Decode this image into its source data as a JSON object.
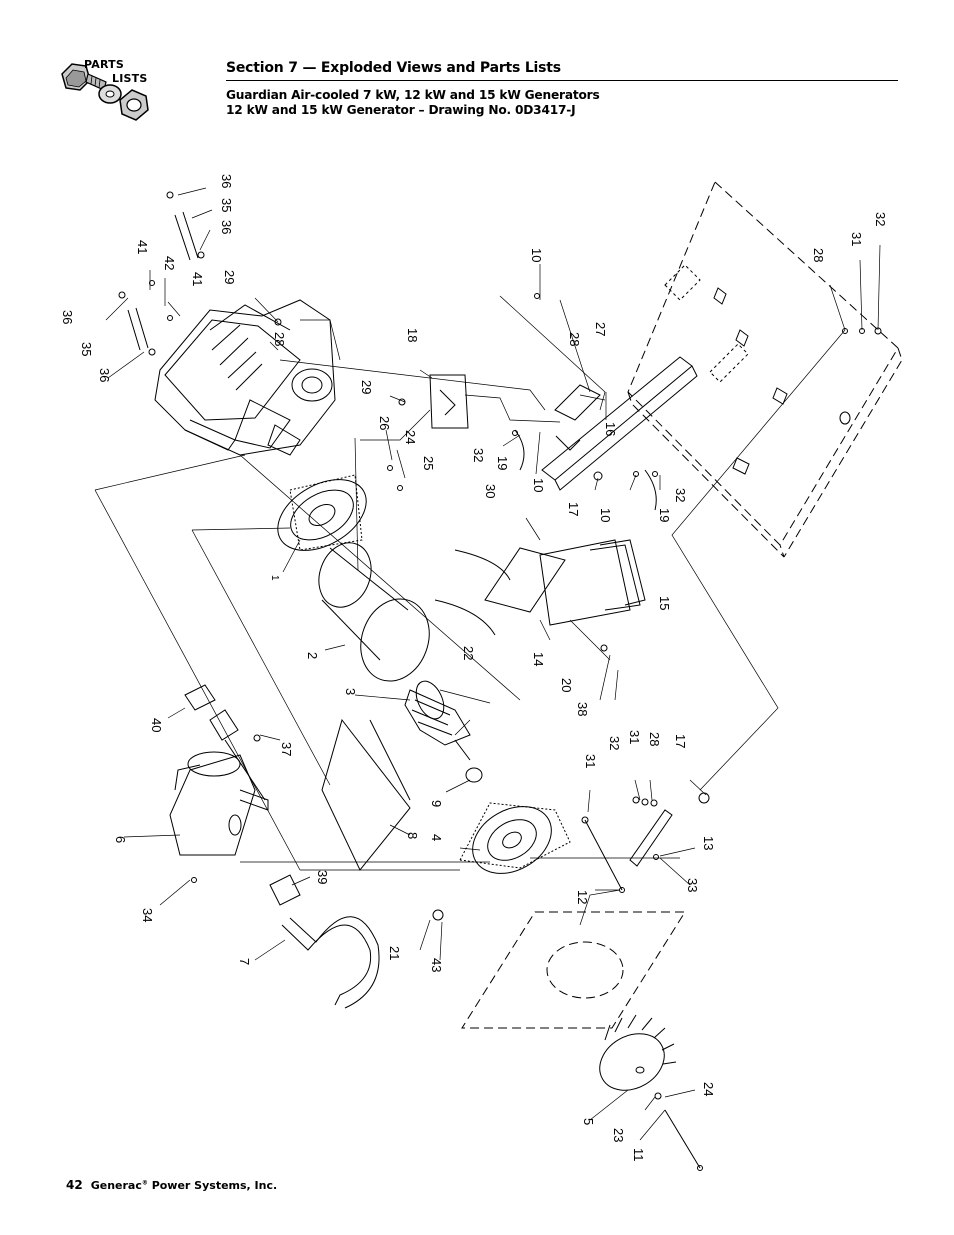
{
  "logo": {
    "line1": "PARTS",
    "line2": "LISTS"
  },
  "header": {
    "section_title": "Section 7 — Exploded Views and Parts Lists",
    "subtitle1": "Guardian Air-cooled 7 kW, 12 kW and 15 kW Generators",
    "subtitle2": "12 kW and 15 kW Generator – Drawing No. 0D3417-J"
  },
  "callouts": {
    "c1": "1",
    "c2": "2",
    "c3": "3",
    "c4": "4",
    "c5": "5",
    "c6": "6",
    "c7": "7",
    "c8": "8",
    "c9": "9",
    "c10a": "10",
    "c10b": "10",
    "c10c": "10",
    "c11": "11",
    "c12": "12",
    "c13": "13",
    "c14": "14",
    "c15": "15",
    "c16": "16",
    "c17a": "17",
    "c17b": "17",
    "c18": "18",
    "c19a": "19",
    "c19b": "19",
    "c20": "20",
    "c21": "21",
    "c22": "22",
    "c23": "23",
    "c24a": "24",
    "c24b": "24",
    "c25": "25",
    "c26": "26",
    "c27": "27",
    "c28a": "28",
    "c28b": "28",
    "c28c": "28",
    "c28d": "28",
    "c29a": "29",
    "c29b": "29",
    "c30": "30",
    "c31a": "31",
    "c31b": "31",
    "c31c": "31",
    "c32a": "32",
    "c32b": "32",
    "c32c": "32",
    "c32d": "32",
    "c33": "33",
    "c34": "34",
    "c35a": "35",
    "c35b": "35",
    "c36a": "36",
    "c36b": "36",
    "c36c": "36",
    "c36d": "36",
    "c37": "37",
    "c38": "38",
    "c39": "39",
    "c40": "40",
    "c41a": "41",
    "c41b": "41",
    "c42": "42",
    "c43": "43"
  },
  "footer": {
    "page_number": "42",
    "company": "Generac",
    "reg_mark": "®",
    "company_suffix": " Power Systems, Inc."
  }
}
